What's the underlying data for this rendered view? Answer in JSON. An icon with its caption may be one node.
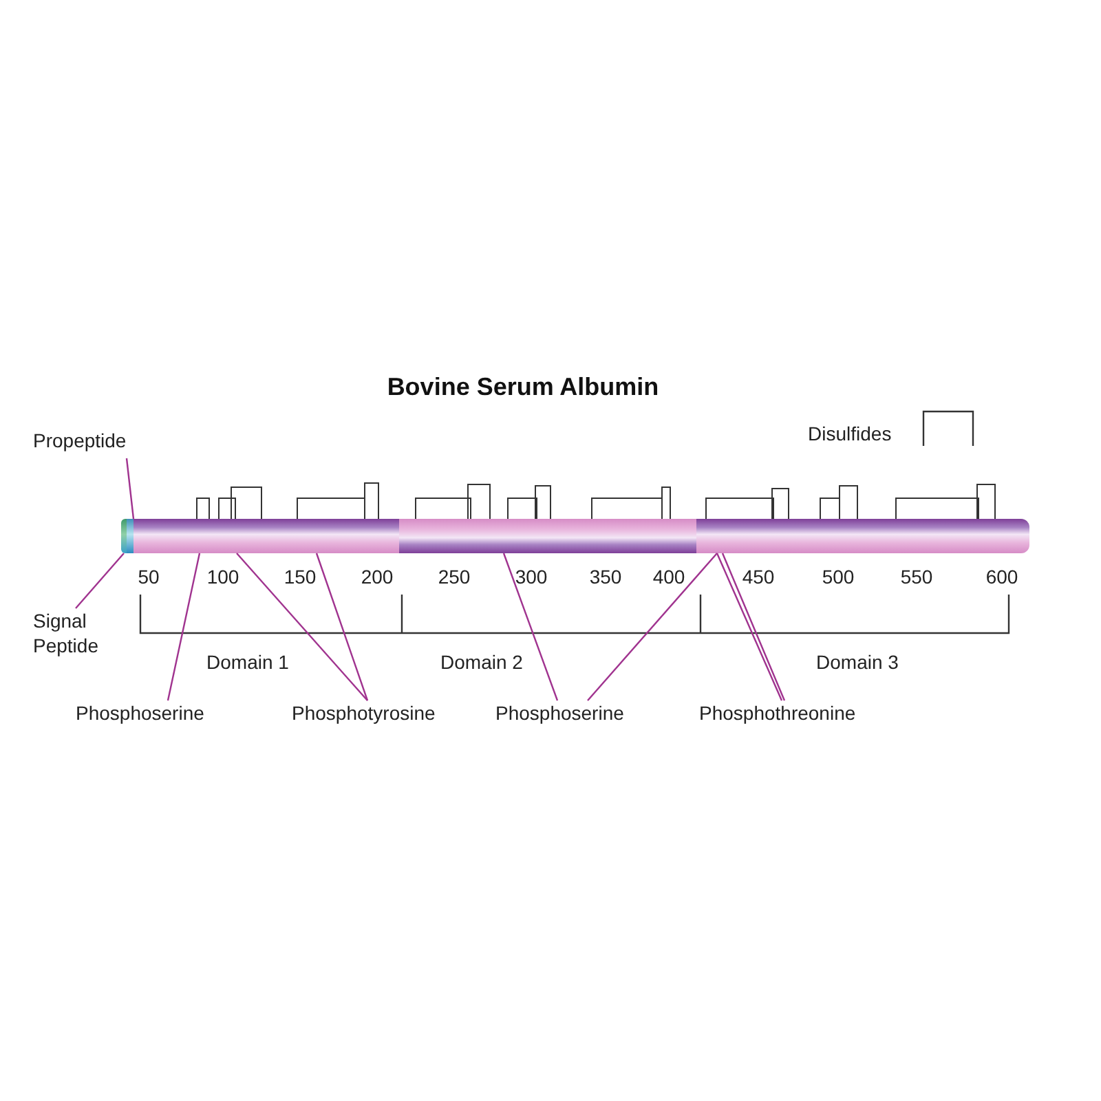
{
  "diagram": {
    "title": "Bovine Serum Albumin",
    "nodes": [
      {
        "text": [
          "Propeptide"
        ]
      },
      {
        "text": [],
        "shape": "bar"
      },
      {
        "text": [],
        "shape": "bar"
      },
      {
        "text": [],
        "shape": "bar"
      },
      {
        "text": [],
        "shape": "bar"
      },
      {
        "text": [],
        "shape": "bar"
      },
      {
        "text": [
          "Signal Peptide"
        ]
      },
      {
        "text": [
          "Phosphoserine"
        ]
      },
      {
        "text": [
          "Phosphotyrosine"
        ]
      },
      {
        "text": [
          "Phosphoserine"
        ]
      },
      {
        "text": [
          "Phosphothreonine"
        ]
      }
    ],
    "edges": [
      {
        "from": 0,
        "to": 2,
        "arrow": "none"
      },
      {
        "from": 6,
        "to": 1,
        "arrow": "none"
      },
      {
        "from": 7,
        "to": 3,
        "arrow": "none"
      },
      {
        "from": 8,
        "to": 3,
        "arrow": "none"
      },
      {
        "from": 8,
        "to": 3,
        "arrow": "none"
      },
      {
        "from": 9,
        "to": 4,
        "arrow": "none"
      },
      {
        "from": 9,
        "to": 5,
        "arrow": "none"
      },
      {
        "from": 10,
        "to": 5,
        "arrow": "none"
      },
      {
        "from": 10,
        "to": 5,
        "arrow": "none"
      }
    ],
    "labels": [
      "50",
      "100",
      "150",
      "200",
      "250",
      "300",
      "350",
      "400",
      "450",
      "500",
      "550",
      "600",
      "Domain 1",
      "Domain 2",
      "Domain 3"
    ],
    "legend": [
      {
        "text": "Disulfides"
      }
    ]
  }
}
